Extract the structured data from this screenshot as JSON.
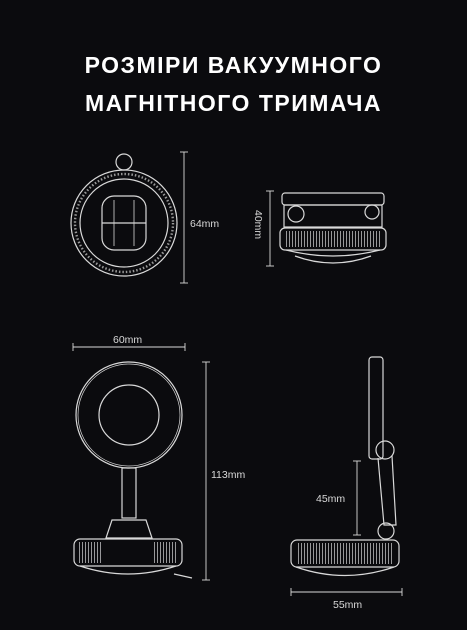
{
  "title": {
    "line1": "РОЗМІРИ ВАКУУМНОГО",
    "line2": "МАГНІТНОГО ТРИМАЧА"
  },
  "dimensions": {
    "top_view_height": "64mm",
    "side_closed_height": "40mm",
    "front_width": "60mm",
    "front_height": "113mm",
    "side_open_height": "45mm",
    "side_open_width": "55mm"
  },
  "colors": {
    "background": "#0b0b0e",
    "outline": "#d9d9d9",
    "text": "#ffffff"
  }
}
